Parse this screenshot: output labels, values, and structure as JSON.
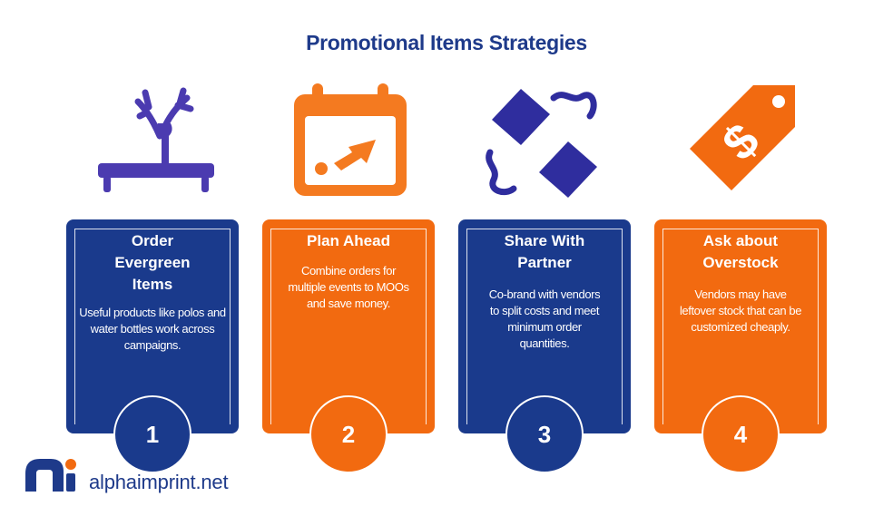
{
  "title": "Promotional Items Strategies",
  "colors": {
    "navy": "#1a3a8c",
    "orange": "#f26a10",
    "icon_purple": "#4b3bb0",
    "icon_orange": "#f47a20",
    "title_blue": "#1e3a8a"
  },
  "cards": [
    {
      "title": "Order Evergreen Items",
      "text": "Useful products like polos and water bottles work across campaigns.",
      "number": "1",
      "icon": "plant-on-shelf-icon"
    },
    {
      "title": "Plan Ahead",
      "text": "Combine orders for multiple events to MOOs and save money.",
      "number": "2",
      "icon": "calendar-icon"
    },
    {
      "title": "Share With Partner",
      "text": "Co-brand with vendors to split costs and meet minimum order quantities.",
      "number": "3",
      "icon": "plug-connection-icon"
    },
    {
      "title": "Ask about Overstock",
      "text": "Vendors may have leftover stock that can be customized cheaply.",
      "number": "4",
      "icon": "price-tag-icon"
    }
  ],
  "brand": {
    "name_part1": "alpha",
    "name_part2": "imprint",
    "name_part3": ".net"
  }
}
